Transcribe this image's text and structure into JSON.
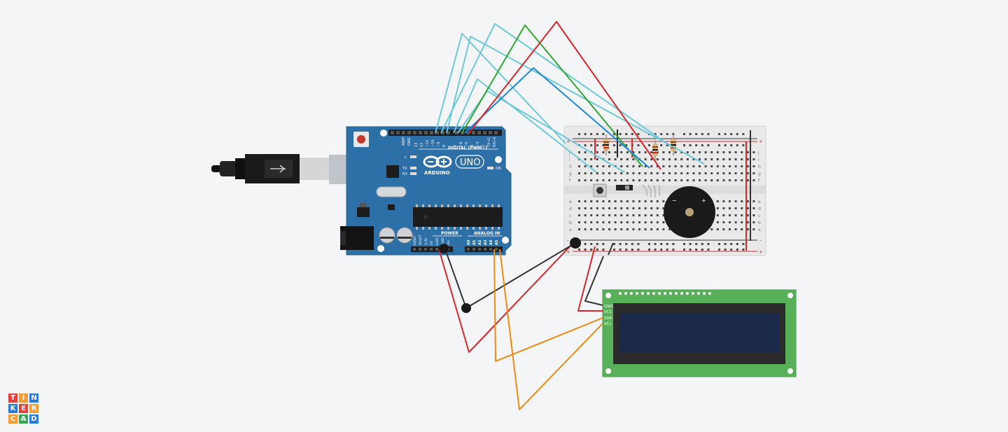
{
  "arduino": {
    "brand": "ARDUINO",
    "model": "UNO",
    "digital_label": "DIGITAL (PWM~)",
    "power_label": "POWER",
    "analog_label": "ANALOG IN",
    "on_label": "ON",
    "tx": "TX",
    "rx": "RX",
    "l": "L",
    "aref": "AREF",
    "gnd": "GND",
    "digital_pins": [
      "13",
      "12",
      "~11",
      "~10",
      "~9",
      "8",
      "7",
      "~6",
      "~5",
      "4",
      "~3",
      "2",
      "TX→1",
      "RX←0"
    ],
    "power_pins": [
      "IOREF",
      "RESET",
      "3.3V",
      "5V",
      "GND",
      "GND",
      "Vin"
    ],
    "analog_pins": [
      "A0",
      "A1",
      "A2",
      "A3",
      "A4",
      "A5"
    ]
  },
  "lcd": {
    "pins": [
      "GND",
      "VCC",
      "SDA",
      "SCL"
    ]
  },
  "breadboard": {
    "row_letters_top": [
      "j",
      "i",
      "h",
      "g",
      "f"
    ],
    "row_letters_bottom": [
      "e",
      "d",
      "c",
      "b",
      "a"
    ],
    "plus": "+",
    "minus": "-"
  },
  "buzzer": {
    "minus": "−",
    "plus": "+"
  },
  "logo": {
    "letters": [
      "T",
      "I",
      "N",
      "K",
      "E",
      "R",
      "C",
      "A",
      "D"
    ],
    "colors": [
      "#e2403a",
      "#f39c33",
      "#2d7bd9",
      "#2d7bd9",
      "#e2403a",
      "#f39c33",
      "#f39c33",
      "#34a853",
      "#2d7bd9"
    ]
  },
  "wire_colors": {
    "red": "#d9262b",
    "black": "#333333",
    "green": "#33a633",
    "blue": "#1e88d6",
    "cyan": "#6ec9d6",
    "orange": "#ee8a14"
  }
}
